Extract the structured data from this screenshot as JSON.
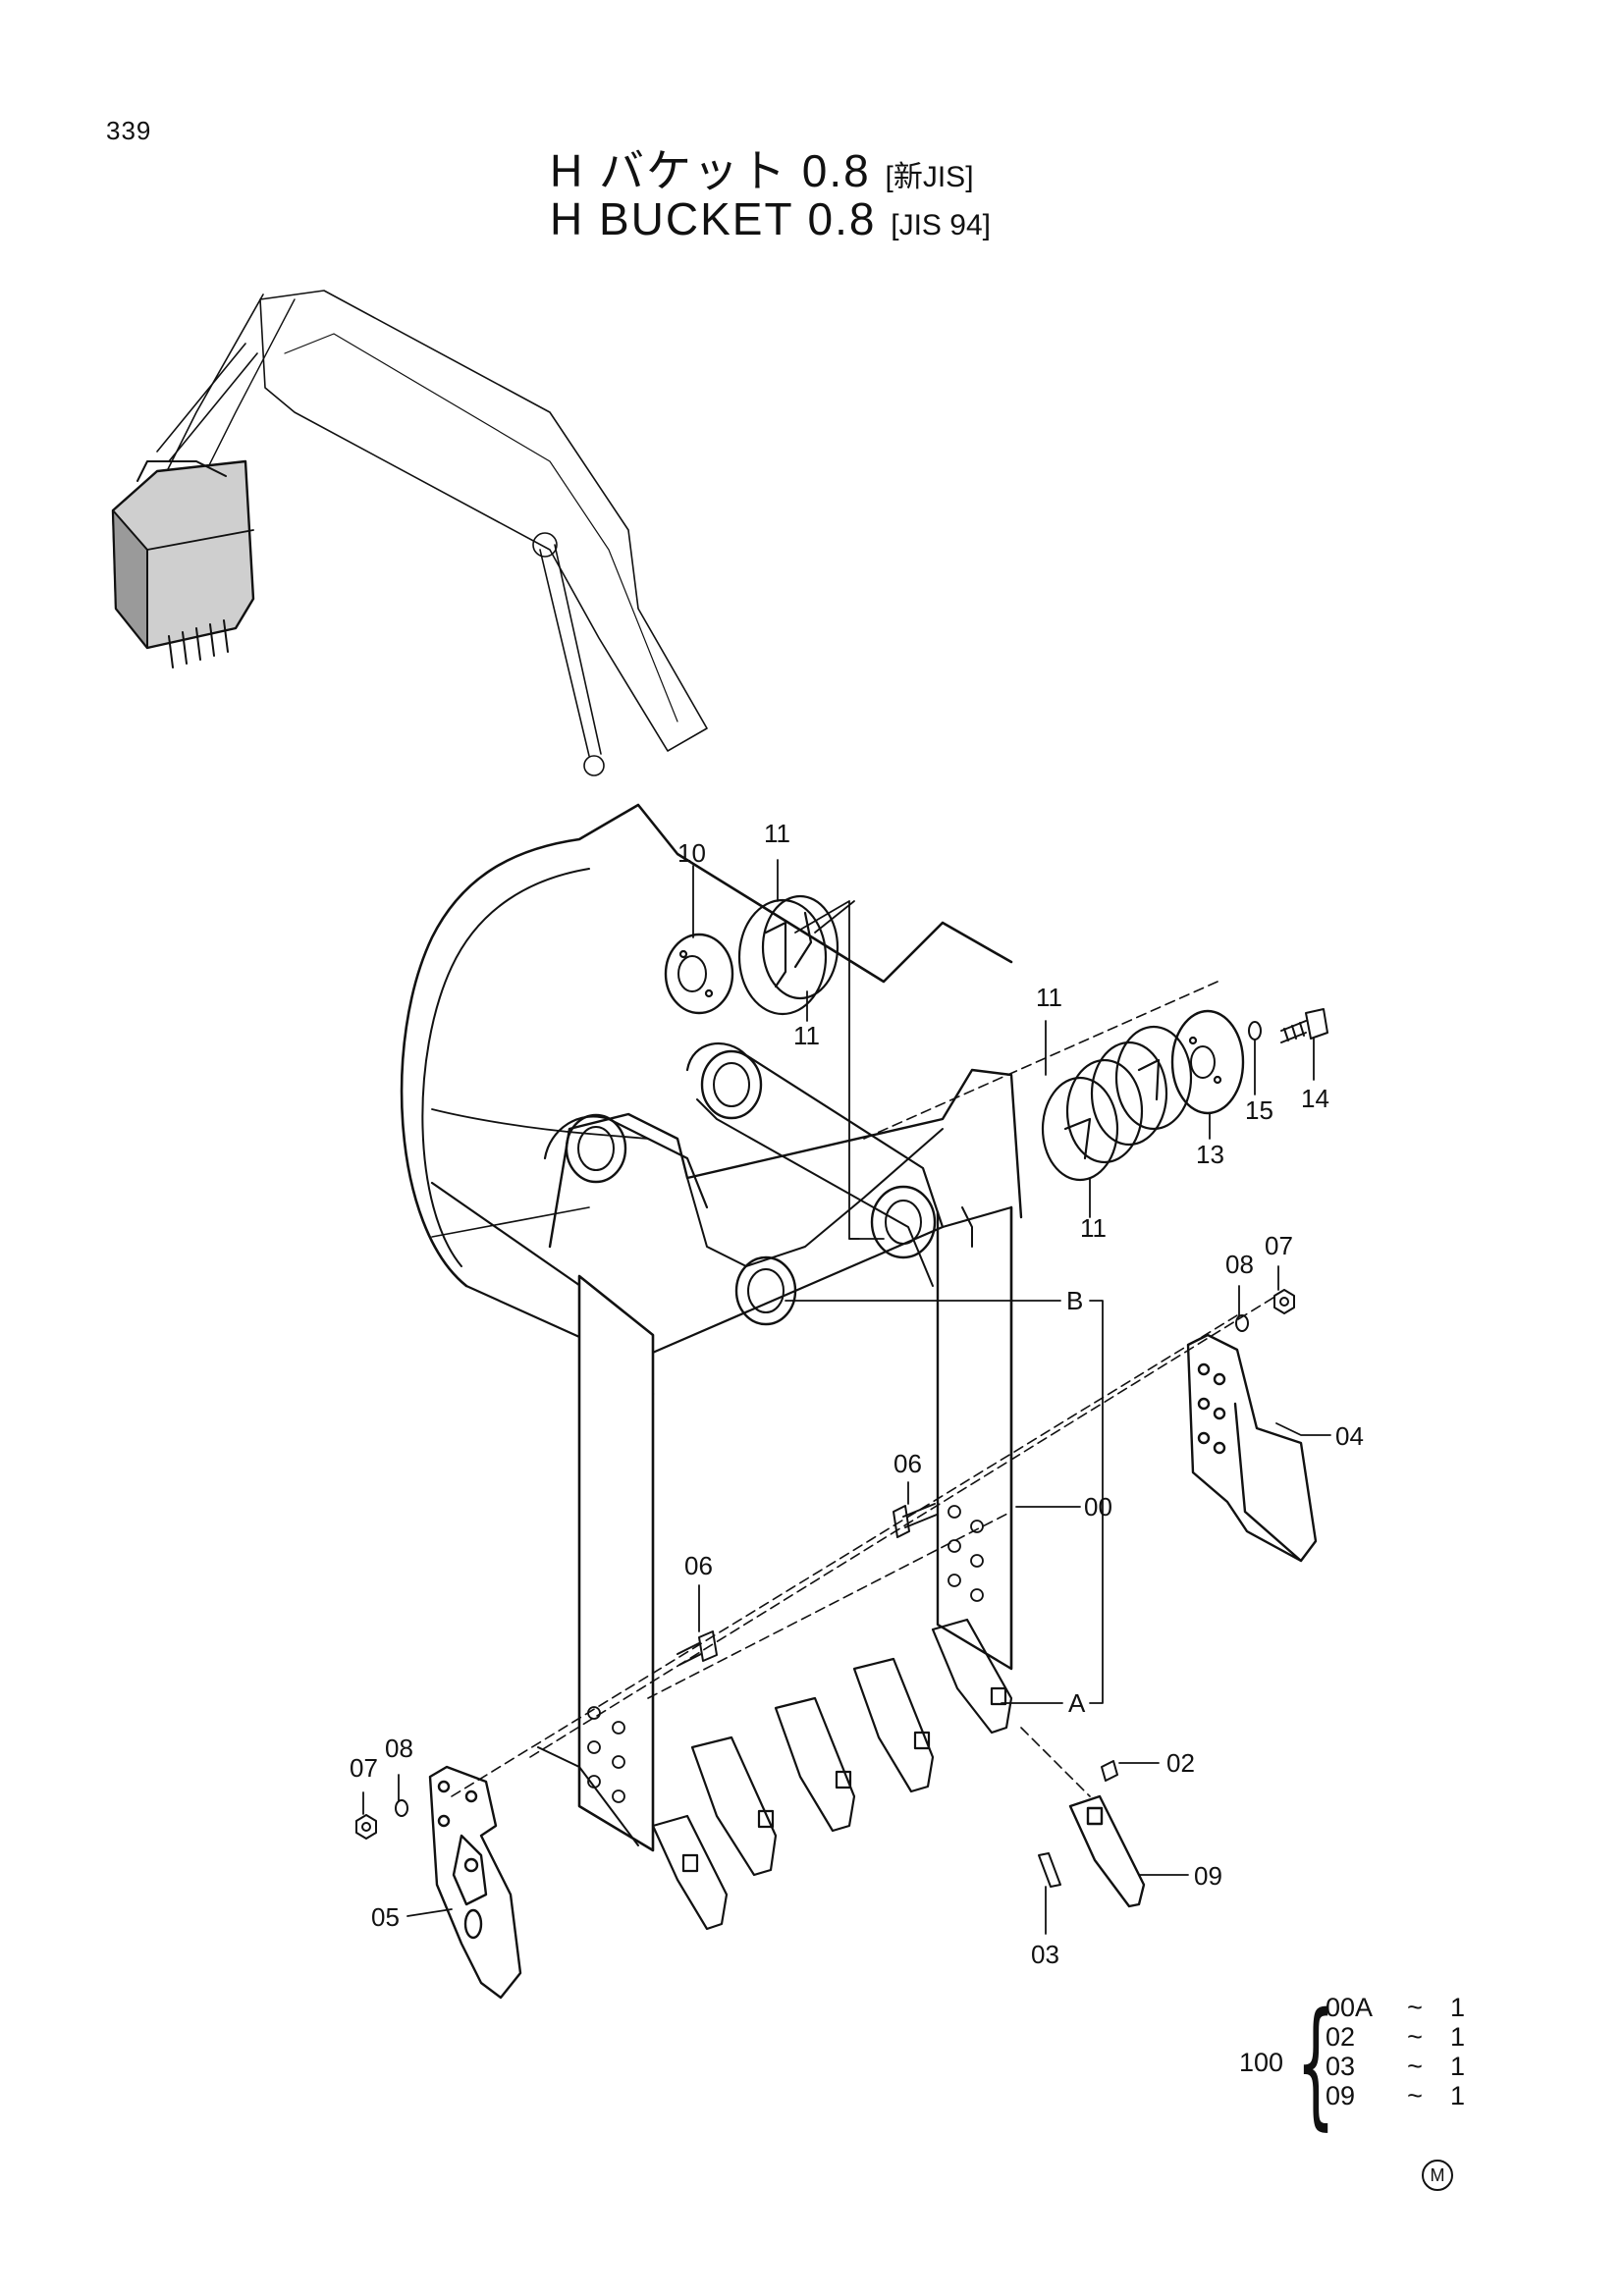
{
  "page_number": "339",
  "title_jp": {
    "main": "H バケット 0.8",
    "bracket": "[新JIS]"
  },
  "title_en": {
    "main": "H BUCKET 0.8",
    "bracket": "[JIS 94]"
  },
  "callouts": {
    "c10": "10",
    "c11a": "11",
    "c11b": "11",
    "c11c": "11",
    "c11d": "11",
    "c13": "13",
    "c14": "14",
    "c15": "15",
    "c07a": "07",
    "c08a": "08",
    "cB": "B",
    "c04": "04",
    "c06a": "06",
    "c00": "00",
    "c06b": "06",
    "cA": "A",
    "c07b": "07",
    "c08b": "08",
    "c02": "02",
    "c05": "05",
    "c09": "09",
    "c03": "03"
  },
  "kit": {
    "label": "100",
    "rows": [
      {
        "part": "00A",
        "sep": "~",
        "qty": "1"
      },
      {
        "part": "02",
        "sep": "~",
        "qty": "1"
      },
      {
        "part": "03",
        "sep": "~",
        "qty": "1"
      },
      {
        "part": "09",
        "sep": "~",
        "qty": "1"
      }
    ]
  },
  "mark": "M"
}
